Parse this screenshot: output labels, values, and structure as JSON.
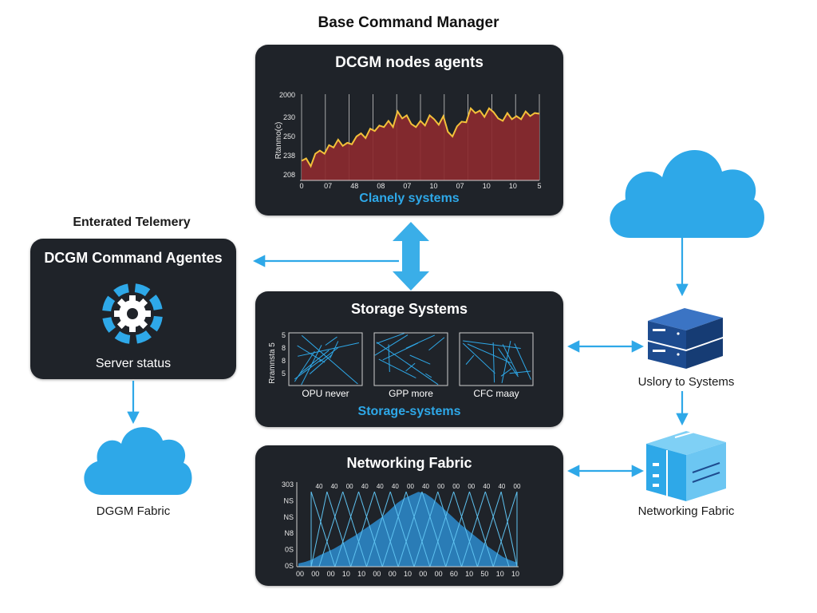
{
  "diagram": {
    "title": "Base Command Manager",
    "panels": {
      "nodes_agents": {
        "title": "DCGM nodes agents",
        "subtitle": "Clanely systems",
        "y_label": "Rtanmo(c)",
        "y_ticks": [
          "2000",
          "230",
          "250",
          "238",
          "208"
        ],
        "x_ticks": [
          "0",
          "07",
          "48",
          "08",
          "07",
          "10",
          "07",
          "10",
          "10",
          "5"
        ],
        "series_values": [
          205,
          208,
          198,
          214,
          218,
          214,
          225,
          222,
          232,
          224,
          228,
          226,
          236,
          240,
          234,
          246,
          243,
          250,
          248,
          256,
          248,
          268,
          259,
          263,
          252,
          248,
          256,
          250,
          263,
          258,
          251,
          262,
          242,
          236,
          249,
          255,
          254,
          272,
          266,
          269,
          261,
          272,
          267,
          259,
          256,
          266,
          258,
          262,
          258,
          268,
          262,
          266,
          265
        ]
      },
      "command_agents": {
        "title": "DCGM Command Agentes",
        "caption": "Server status"
      },
      "storage": {
        "title": "Storage Systems",
        "subtitle": "Storage-systems",
        "y_label": "Rramnsta 5",
        "y_ticks": [
          "5",
          "8",
          "8",
          "5"
        ],
        "mini_labels": [
          "OPU never",
          "GPP more",
          "CFC maay"
        ]
      },
      "networking": {
        "title": "Networking Fabric",
        "y_ticks": [
          "303",
          "NS",
          "NS",
          "N8",
          "0S",
          "0S"
        ],
        "top_ticks": [
          "40",
          "40",
          "00",
          "40",
          "40",
          "40",
          "00",
          "40",
          "00",
          "00",
          "00",
          "40",
          "40",
          "00"
        ],
        "x_ticks": [
          "00",
          "00",
          "00",
          "10",
          "10",
          "00",
          "00",
          "10",
          "00",
          "00",
          "60",
          "10",
          "50",
          "10",
          "10"
        ],
        "mountain_values": [
          4,
          6,
          9,
          14,
          18,
          22,
          27,
          33,
          38,
          44,
          50,
          56,
          62,
          70,
          78,
          84,
          88,
          92,
          90,
          84,
          76,
          68,
          60,
          52,
          45,
          38,
          31,
          24,
          18,
          12,
          8,
          5
        ]
      }
    },
    "labels": {
      "telemetry": "Enterated Telemery",
      "dcgm_fabric": "DGGM Fabric",
      "server_systems": "Uslory to Systems",
      "networking_fabric": "Networking Fabric"
    },
    "colors": {
      "panel_bg": "#1f2329",
      "accent": "#2ea8e8",
      "line": "#f3c13a",
      "fill": "#8b2a2f",
      "server_blue": "#1d4b8f"
    }
  }
}
